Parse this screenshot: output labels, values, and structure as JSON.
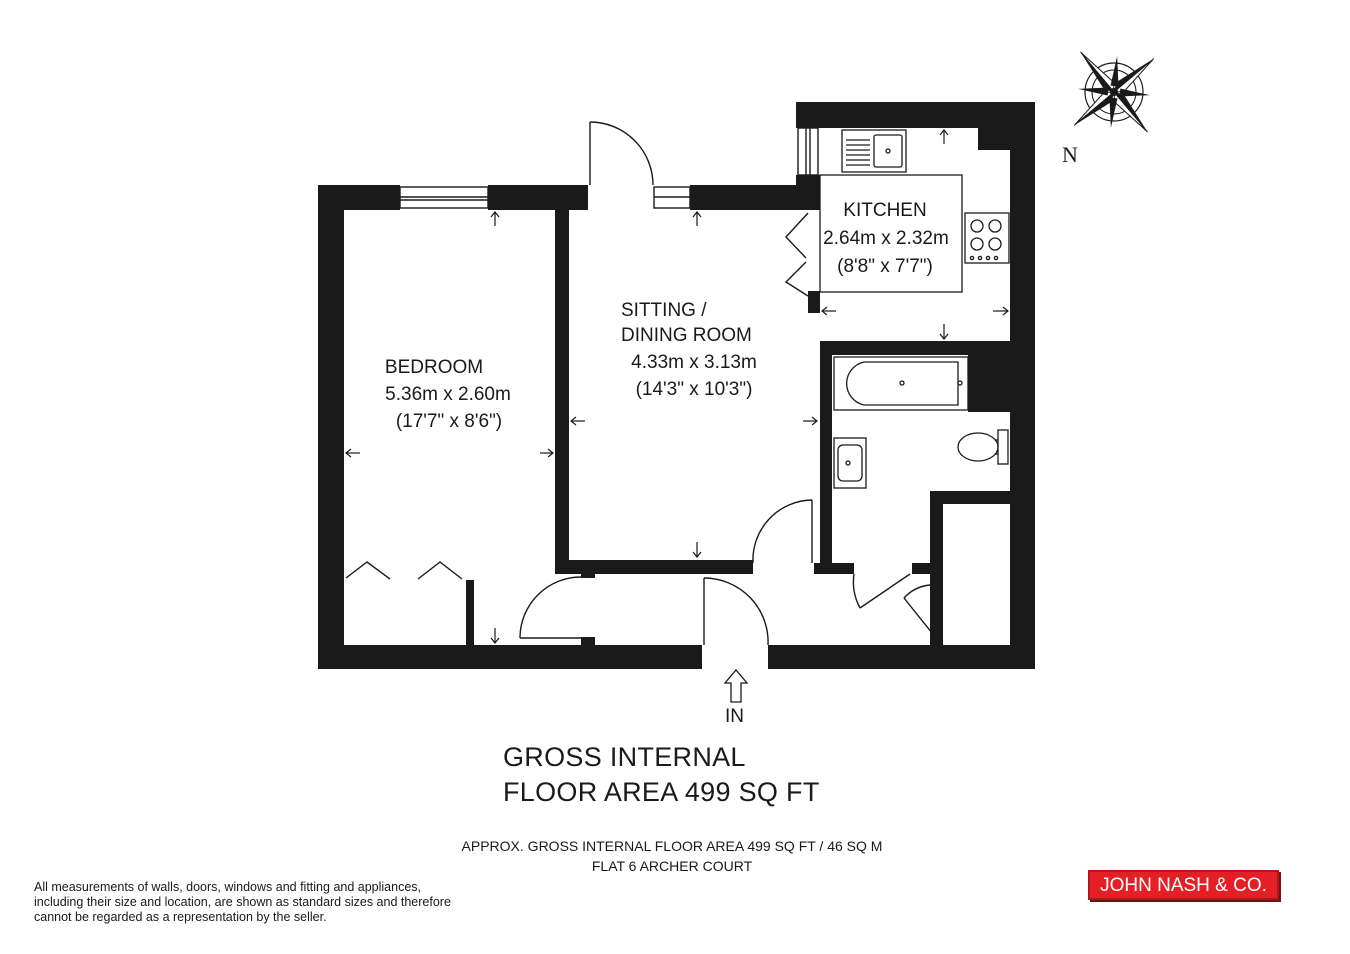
{
  "rooms": {
    "bedroom": {
      "name": "BEDROOM",
      "size_m": "5.36m x 2.60m",
      "size_ft": "(17'7\" x 8'6\")"
    },
    "sitting": {
      "name_line1": "SITTING /",
      "name_line2": "DINING ROOM",
      "size_m": "4.33m x 3.13m",
      "size_ft": "(14'3\" x 10'3\")"
    },
    "kitchen": {
      "name": "KITCHEN",
      "size_m": "2.64m x 2.32m",
      "size_ft": "(8'8\" x 7'7\")"
    }
  },
  "entrance_label": "IN",
  "compass_label": "N",
  "gross_area": {
    "line1": "GROSS INTERNAL",
    "line2": "FLOOR AREA 499 SQ FT"
  },
  "approx": {
    "line1": "APPROX. GROSS INTERNAL FLOOR AREA 499 SQ FT / 46 SQ M",
    "line2": "FLAT 6 ARCHER COURT"
  },
  "disclaimer": {
    "line1": "All measurements of walls, doors, windows and fitting and appliances,",
    "line2": "including their size and location, are shown as standard sizes and therefore",
    "line3": "cannot be regarded as a representation by the seller."
  },
  "logo": {
    "text": "JOHN NASH & CO.",
    "bg_color": "#e41f26"
  },
  "colors": {
    "wall": "#1a1a1a"
  }
}
